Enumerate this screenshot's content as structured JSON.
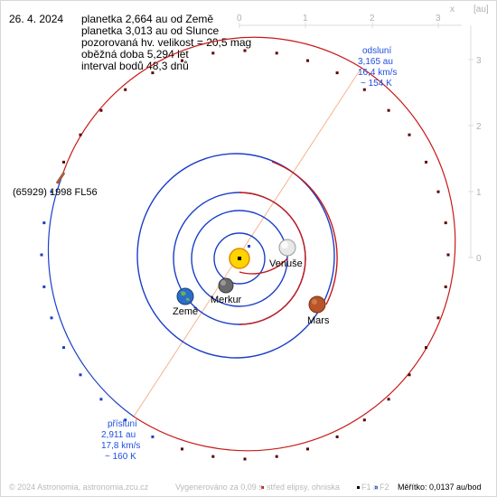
{
  "info": {
    "date": "26. 4. 2024",
    "line1": "planetka 2,664 au od Země",
    "line2": "planetka 3,013 au od Slunce",
    "line3": "pozorovaná hv. velikost = 20,5 mag",
    "line4": "oběžná doba 5,294 let",
    "line5": "interval bodů 48,3 dnů"
  },
  "axis": {
    "x_label": "x",
    "unit": "[au]",
    "x_ticks": [
      "0",
      "1",
      "2",
      "3"
    ],
    "y_ticks": [
      "3",
      "2",
      "1",
      "0"
    ]
  },
  "asteroid_label": "(65929) 1998 FL56",
  "aphelion": {
    "title": "odsluní",
    "dist": "3,165 au",
    "speed": "16,4 km/s",
    "temp": "~ 154 K"
  },
  "perihelion": {
    "title": "přísluní",
    "dist": "2,911 au",
    "speed": "17,8 km/s",
    "temp": "~ 160 K"
  },
  "planets": {
    "earth": "Země",
    "mercury": "Merkur",
    "venus": "Venuše",
    "mars": "Mars"
  },
  "footer": {
    "copyright": "© 2024 Astronomia, astronomia.zcu.cz",
    "generated": "Vygenerováno za 0,09 s",
    "legend_center": "střed elipsy, ohniska",
    "legend_f1": "F1 a",
    "legend_f2": "F2",
    "scale": "Měřítko: 0,0137 au/bod"
  },
  "colors": {
    "orbit_blue": "#1a3fc8",
    "orbit_red": "#c81a1a",
    "apsides_line": "#f4b48c",
    "sun": "#ffd400",
    "label_blue": "#1f4fe0"
  }
}
